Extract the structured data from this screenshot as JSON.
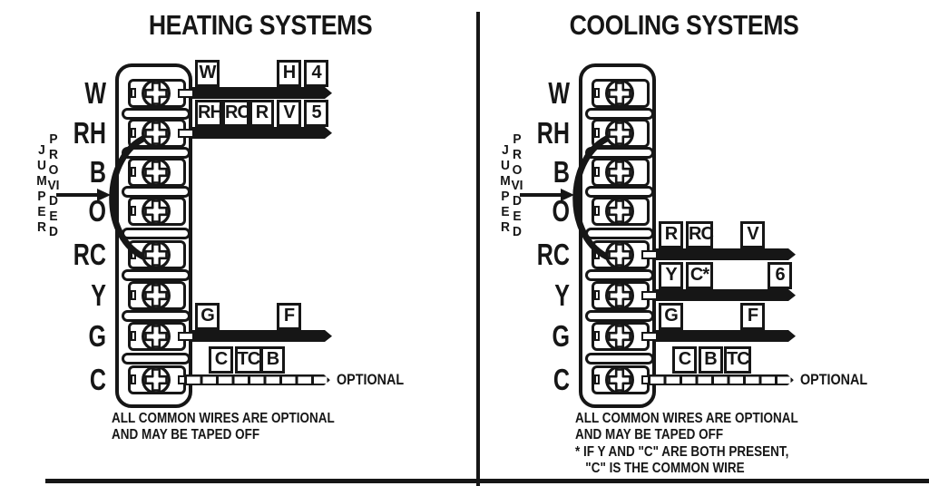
{
  "diagram": {
    "ink_color": "#161616",
    "panels": [
      {
        "title": "HEATING SYSTEMS",
        "jumper_note": [
          "JUMPER",
          "PROVIDED"
        ],
        "terminals": [
          "W",
          "RH",
          "B",
          "O",
          "RC",
          "Y",
          "G",
          "C"
        ],
        "jumper": {
          "from": "RH",
          "to": "RC"
        },
        "wires": [
          {
            "terminal": "W",
            "style": "solid",
            "labels": [
              {
                "text": "W",
                "slot": 0
              },
              {
                "text": "H",
                "slot": 3
              },
              {
                "text": "4",
                "slot": 4
              }
            ]
          },
          {
            "terminal": "RH",
            "style": "solid",
            "labels": [
              {
                "text": "RH",
                "slot": 0
              },
              {
                "text": "RC",
                "slot": 1
              },
              {
                "text": "R",
                "slot": 2
              },
              {
                "text": "V",
                "slot": 3
              },
              {
                "text": "5",
                "slot": 4
              }
            ]
          },
          {
            "terminal": "G",
            "style": "solid",
            "labels": [
              {
                "text": "G",
                "slot": 0
              },
              {
                "text": "F",
                "slot": 3
              }
            ]
          },
          {
            "terminal": "C",
            "style": "dashed",
            "labels": [
              {
                "text": "C",
                "slot": 0
              },
              {
                "text": "TC",
                "slot": 1
              },
              {
                "text": "B",
                "slot": 2
              }
            ],
            "tag": "OPTIONAL"
          }
        ],
        "notes": [
          "ALL COMMON WIRES ARE OPTIONAL",
          "AND MAY BE TAPED OFF"
        ],
        "footnotes": []
      },
      {
        "title": "COOLING SYSTEMS",
        "jumper_note": [
          "JUMPER",
          "PROVIDED"
        ],
        "terminals": [
          "W",
          "RH",
          "B",
          "O",
          "RC",
          "Y",
          "G",
          "C"
        ],
        "jumper": {
          "from": "RH",
          "to": "RC"
        },
        "wires": [
          {
            "terminal": "RC",
            "style": "solid",
            "labels": [
              {
                "text": "R",
                "slot": 0
              },
              {
                "text": "RC",
                "slot": 1
              },
              {
                "text": "V",
                "slot": 3
              }
            ]
          },
          {
            "terminal": "Y",
            "style": "solid",
            "labels": [
              {
                "text": "Y",
                "slot": 0
              },
              {
                "text": "C*",
                "slot": 1
              },
              {
                "text": "6",
                "slot": 4
              }
            ]
          },
          {
            "terminal": "G",
            "style": "solid",
            "labels": [
              {
                "text": "G",
                "slot": 0
              },
              {
                "text": "F",
                "slot": 3
              }
            ]
          },
          {
            "terminal": "C",
            "style": "dashed",
            "labels": [
              {
                "text": "C",
                "slot": 0
              },
              {
                "text": "B",
                "slot": 1
              },
              {
                "text": "TC",
                "slot": 2
              }
            ],
            "tag": "OPTIONAL"
          }
        ],
        "notes": [
          "ALL COMMON WIRES ARE OPTIONAL",
          "AND MAY BE TAPED OFF"
        ],
        "footnotes": [
          "* IF Y AND \"C\" ARE BOTH PRESENT,",
          "\"C\" IS THE COMMON WIRE"
        ]
      }
    ]
  }
}
